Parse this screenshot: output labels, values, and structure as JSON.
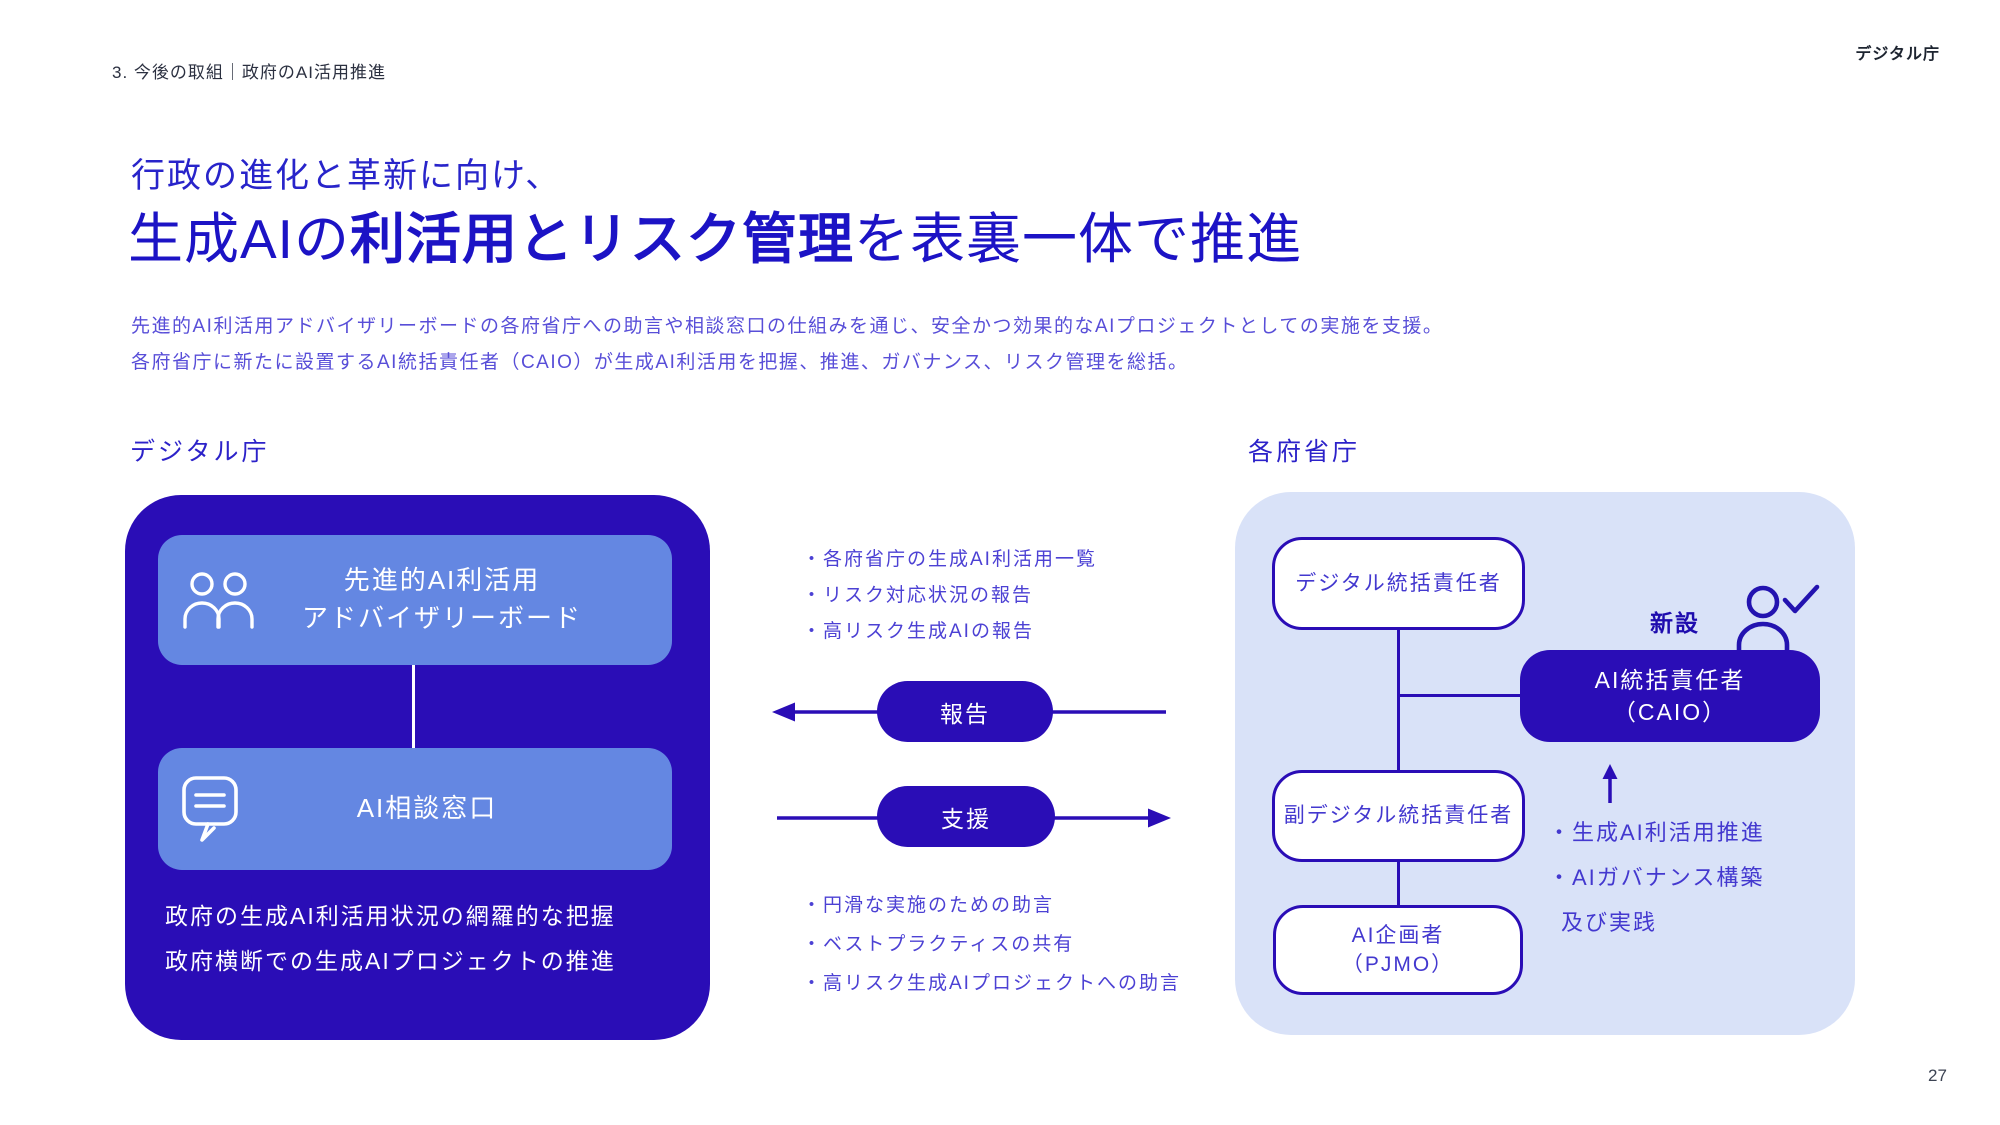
{
  "header": {
    "breadcrumb": "3. 今後の取組｜政府のAI活用推進",
    "logo": "デジタル庁"
  },
  "title": {
    "subtitle": "行政の進化と革新に向け、",
    "main_pre": "生成AIの",
    "main_bold": "利活用とリスク管理",
    "main_post": "を表裏一体で推進",
    "lead1": "先進的AI利活用アドバイザリーボードの各府省庁への助言や相談窓口の仕組みを通じ、安全かつ効果的なAIプロジェクトとしての実施を支援。",
    "lead2": "各府省庁に新たに設置するAI統括責任者（CAIO）が生成AI利活用を把握、推進、ガバナンス、リスク管理を総括。"
  },
  "digital_agency": {
    "label": "デジタル庁",
    "advisory_line1": "先進的AI利活用",
    "advisory_line2": "アドバイザリーボード",
    "consultation": "AI相談窓口",
    "note1": "政府の生成AI利活用状況の網羅的な把握",
    "note2": "政府横断での生成AIプロジェクトの推進",
    "icons": {
      "advisory": "people-icon",
      "consultation": "chat-bubble-icon"
    }
  },
  "flows": {
    "report_bullets": [
      "・各府省庁の生成AI利活用一覧",
      "・リスク対応状況の報告",
      "・高リスク生成AIの報告"
    ],
    "report_label": "報告",
    "support_label": "支援",
    "support_bullets": [
      "・円滑な実施のための助言",
      "・ベストプラクティスの共有",
      "・高リスク生成AIプロジェクトへの助言"
    ],
    "icons": {
      "report": "arrow-left-icon",
      "support": "arrow-right-icon"
    }
  },
  "ministries": {
    "label": "各府省庁",
    "cdo": "デジタル統括責任者",
    "new_badge": "新設",
    "caio_line1": "AI統括責任者",
    "caio_line2": "（CAIO）",
    "deputy_cdo": "副デジタル統括責任者",
    "planner_line1": "AI企画者",
    "planner_line2": "（PJMO）",
    "caio_bullets": [
      "・生成AI利活用推進",
      "・AIガバナンス構築",
      "及び実践"
    ],
    "icons": {
      "new_caio": "person-check-icon",
      "promotion": "arrow-up-icon"
    }
  },
  "footer": {
    "page_number": "27"
  },
  "colors": {
    "primary_blue": "#2a0db6",
    "title_blue": "#1c13c5",
    "lead_text_blue": "#584ed8",
    "inner_box_blue": "#6487e2",
    "panel_light_blue": "#d9e2f8",
    "org_text_blue": "#4338cf",
    "text_dark": "#2b3040",
    "white": "#ffffff"
  }
}
